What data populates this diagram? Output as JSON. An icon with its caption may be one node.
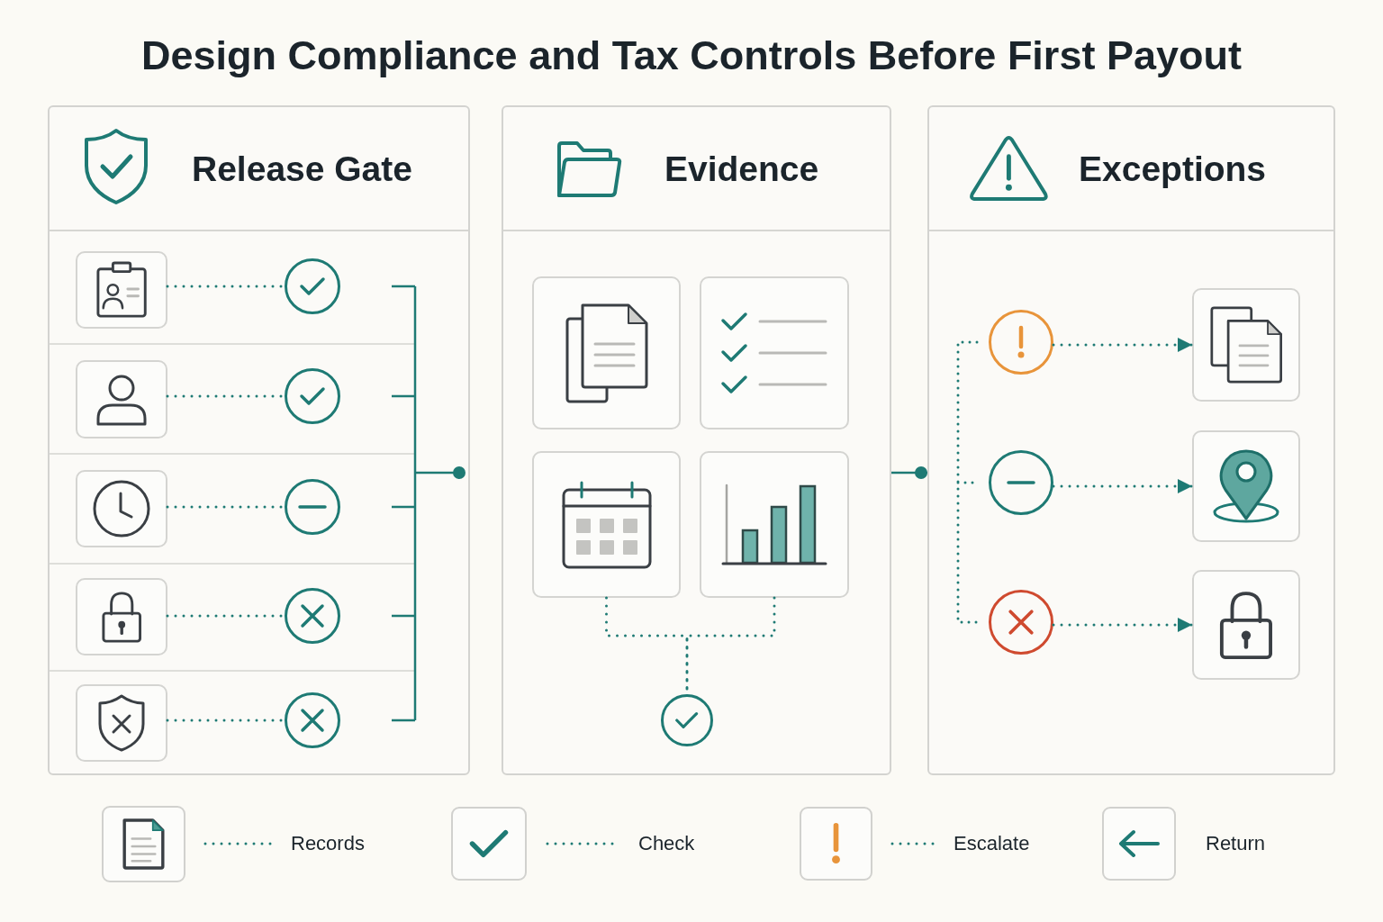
{
  "diagram": {
    "title": "Design Compliance and Tax Controls Before First Payout",
    "nodes": [
      {
        "text": [
          "Release Gate"
        ]
      },
      {
        "text": [
          "Evidence"
        ]
      },
      {
        "text": [
          "Exceptions"
        ]
      },
      {
        "text": [],
        "shape": "box",
        "in": 0
      },
      {
        "text": [],
        "shape": "circle",
        "in": 0
      },
      {
        "text": [],
        "shape": "box",
        "in": 0
      },
      {
        "text": [],
        "shape": "circle",
        "in": 0
      },
      {
        "text": [],
        "shape": "box",
        "in": 0
      },
      {
        "text": [],
        "shape": "circle",
        "in": 0
      },
      {
        "text": [],
        "shape": "box",
        "in": 0
      },
      {
        "text": [],
        "shape": "circle",
        "in": 0
      },
      {
        "text": [],
        "shape": "box",
        "in": 0
      },
      {
        "text": [],
        "shape": "circle",
        "in": 0
      },
      {
        "text": [],
        "shape": "box",
        "in": 1
      },
      {
        "text": [],
        "shape": "box",
        "in": 1
      },
      {
        "text": [],
        "shape": "box",
        "in": 1
      },
      {
        "text": [],
        "shape": "box",
        "in": 1
      },
      {
        "text": [],
        "shape": "circle",
        "in": 1
      },
      {
        "text": [],
        "shape": "circle",
        "in": 2
      },
      {
        "text": [],
        "shape": "box",
        "in": 2
      },
      {
        "text": [],
        "shape": "circle",
        "in": 2
      },
      {
        "text": [],
        "shape": "box",
        "in": 2
      },
      {
        "text": [],
        "shape": "circle",
        "in": 2
      },
      {
        "text": [],
        "shape": "box",
        "in": 2
      }
    ],
    "edges": [
      {
        "from": 3,
        "to": 4,
        "arrow": "none",
        "style": "dashed"
      },
      {
        "from": 5,
        "to": 6,
        "arrow": "none",
        "style": "dashed"
      },
      {
        "from": 7,
        "to": 8,
        "arrow": "none",
        "style": "dashed"
      },
      {
        "from": 9,
        "to": 10,
        "arrow": "none",
        "style": "dashed"
      },
      {
        "from": 11,
        "to": 12,
        "arrow": "none",
        "style": "dashed"
      },
      {
        "from": 15,
        "to": 17,
        "arrow": "none",
        "style": "dashed"
      },
      {
        "from": 16,
        "to": 17,
        "arrow": "none",
        "style": "dashed"
      },
      {
        "from": 1,
        "to": 2,
        "arrow": "other"
      },
      {
        "from": 18,
        "to": 19,
        "arrow": "to",
        "style": "dashed"
      },
      {
        "from": 20,
        "to": 21,
        "arrow": "to",
        "style": "dashed"
      },
      {
        "from": 22,
        "to": 23,
        "arrow": "to",
        "style": "dashed"
      }
    ],
    "legend": [
      {
        "text": "Records"
      },
      {
        "text": "Check"
      },
      {
        "text": "Escalate"
      },
      {
        "text": "Return"
      }
    ]
  }
}
